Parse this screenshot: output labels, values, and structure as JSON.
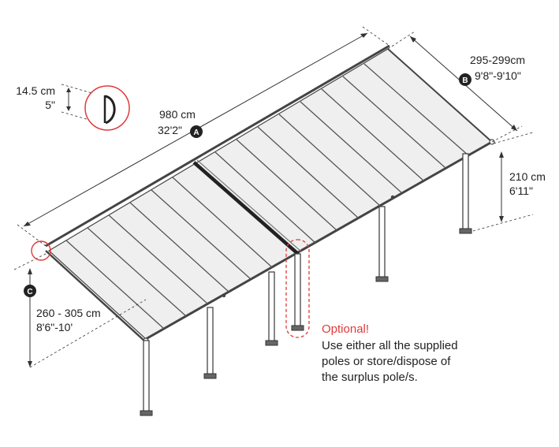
{
  "dimensions": {
    "profile_height": {
      "metric": "14.5 cm",
      "imperial": "5\""
    },
    "length": {
      "metric": "980 cm",
      "imperial": "32'2\"",
      "marker": "A"
    },
    "depth": {
      "metric": "295-299cm",
      "imperial": "9'8\"-9'10\"",
      "marker": "B"
    },
    "back_height": {
      "metric": "210 cm",
      "imperial": "6'11\""
    },
    "front_height": {
      "metric": "260 - 305 cm",
      "imperial": "8'6\"-10'",
      "marker": "C"
    }
  },
  "note": {
    "title": "Optional!",
    "lines": [
      "Use either all the supplied",
      "poles or store/dispose of",
      "the surplus pole/s."
    ]
  },
  "colors": {
    "accent_red": "#e03a3a",
    "structure": "#444444",
    "panel_fill": "#efefef",
    "marker_fill": "#222222"
  }
}
